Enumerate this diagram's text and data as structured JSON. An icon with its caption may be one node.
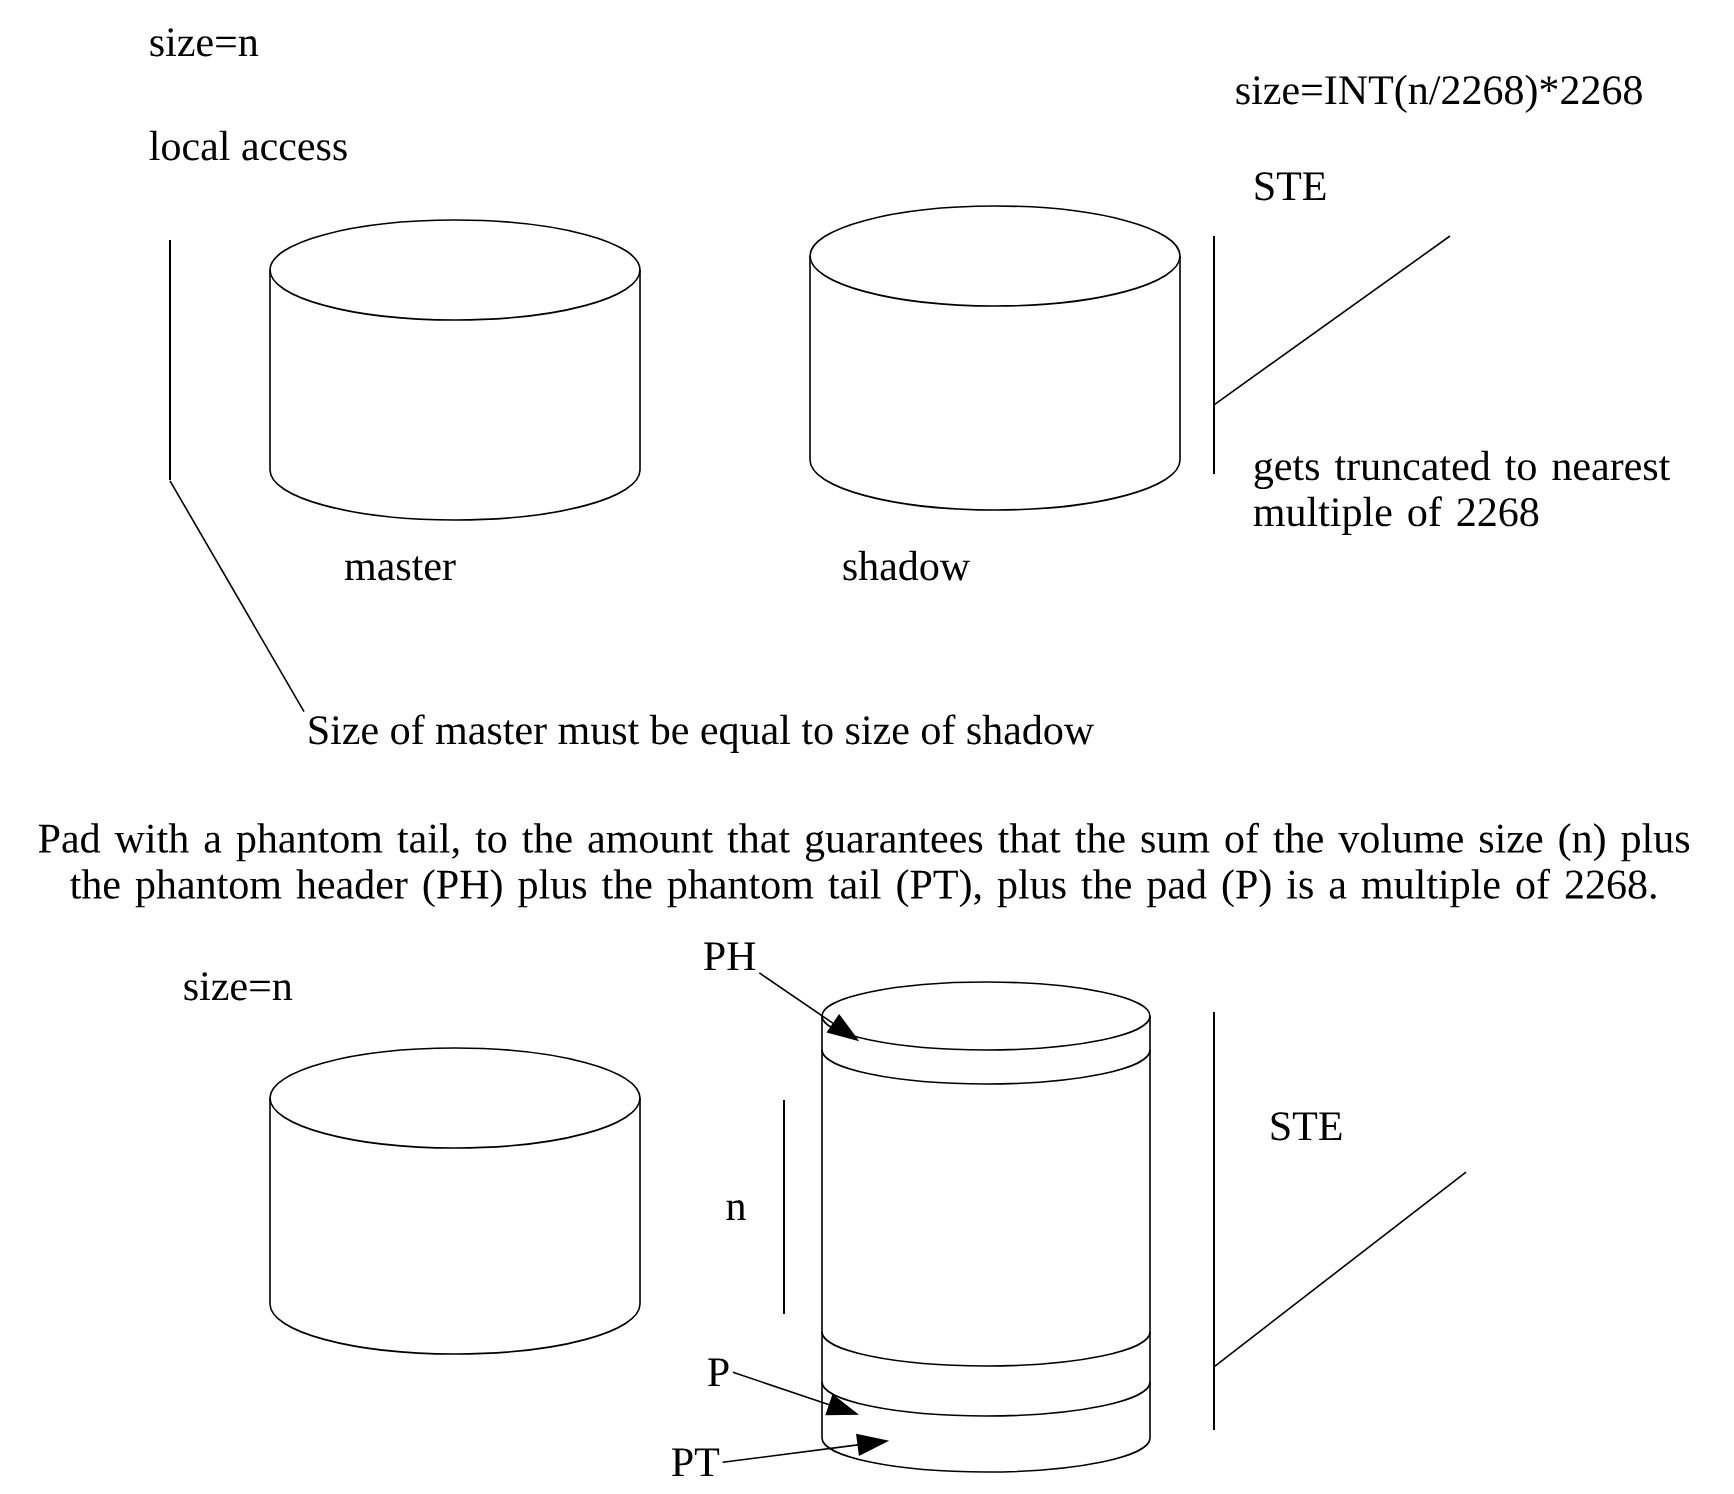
{
  "diagram": {
    "nodes": [
      {
        "text": [],
        "shape": "cylinder",
        "beside": [
          "master"
        ]
      },
      {
        "text": [],
        "shape": "cylinder",
        "beside": [
          "shadow"
        ]
      },
      {
        "text": [
          "Size of master must be equal to size of shadow"
        ]
      },
      {
        "text": [],
        "shape": "bar"
      },
      {
        "text": [],
        "shape": "bar"
      },
      {
        "text": [],
        "shape": "cylinder"
      },
      {
        "text": [],
        "shape": "cylinder"
      },
      {
        "text": [
          "PH"
        ]
      },
      {
        "text": [
          "P"
        ]
      },
      {
        "text": [
          "PT"
        ]
      },
      {
        "text": [],
        "shape": "bar"
      }
    ],
    "edges": [
      {
        "from": 2,
        "to": 3,
        "arrow": "none"
      },
      {
        "from": 4,
        "to": null,
        "arrow": "none"
      },
      {
        "from": 7,
        "to": 6,
        "arrow": "to"
      },
      {
        "from": 8,
        "to": 6,
        "arrow": "to"
      },
      {
        "from": 9,
        "to": 6,
        "arrow": "to"
      },
      {
        "from": 10,
        "to": null,
        "arrow": "none"
      }
    ],
    "labels": [
      "size=n",
      "size=INT(n/2268)*2268",
      "local access",
      "STE",
      "gets truncated to nearest multiple of 2268",
      "Pad with a phantom tail, to the amount that guarantees that the sum of the volume size (n) plus the phantom header (PH) plus the phantom tail (PT), plus the pad (P) is a multiple of 2268.",
      "size=n",
      "n",
      "STE"
    ]
  }
}
